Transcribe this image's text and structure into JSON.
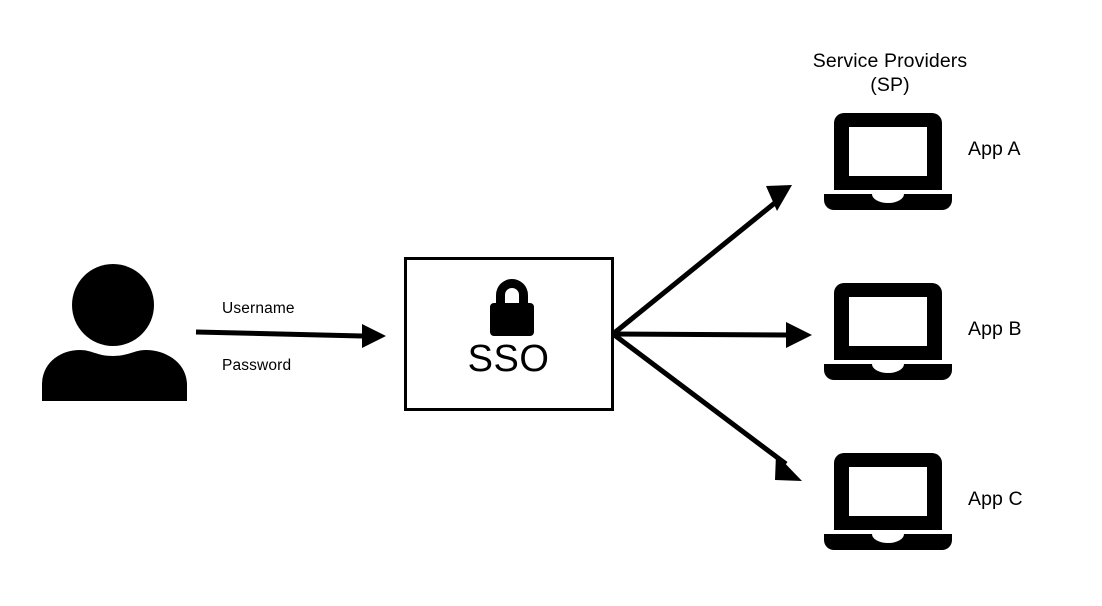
{
  "diagram": {
    "title_hidden": "",
    "actor": {
      "icon": "user-person-icon"
    },
    "credentials": {
      "username_label": "Username",
      "password_label": "Password",
      "flow_arrow": "credentials-arrow"
    },
    "sso": {
      "box_label": "SSO",
      "icon": "padlock-icon",
      "box_stroke": "#000000",
      "box_fill": "#ffffff"
    },
    "service_providers": {
      "heading_line1": "Service Providers",
      "heading_line2": "(SP)",
      "items": [
        {
          "label": "App A",
          "icon": "laptop-icon"
        },
        {
          "label": "App B",
          "icon": "laptop-icon"
        },
        {
          "label": "App C",
          "icon": "laptop-icon"
        }
      ]
    },
    "colors": {
      "ink": "#000000",
      "background": "#ffffff"
    }
  }
}
